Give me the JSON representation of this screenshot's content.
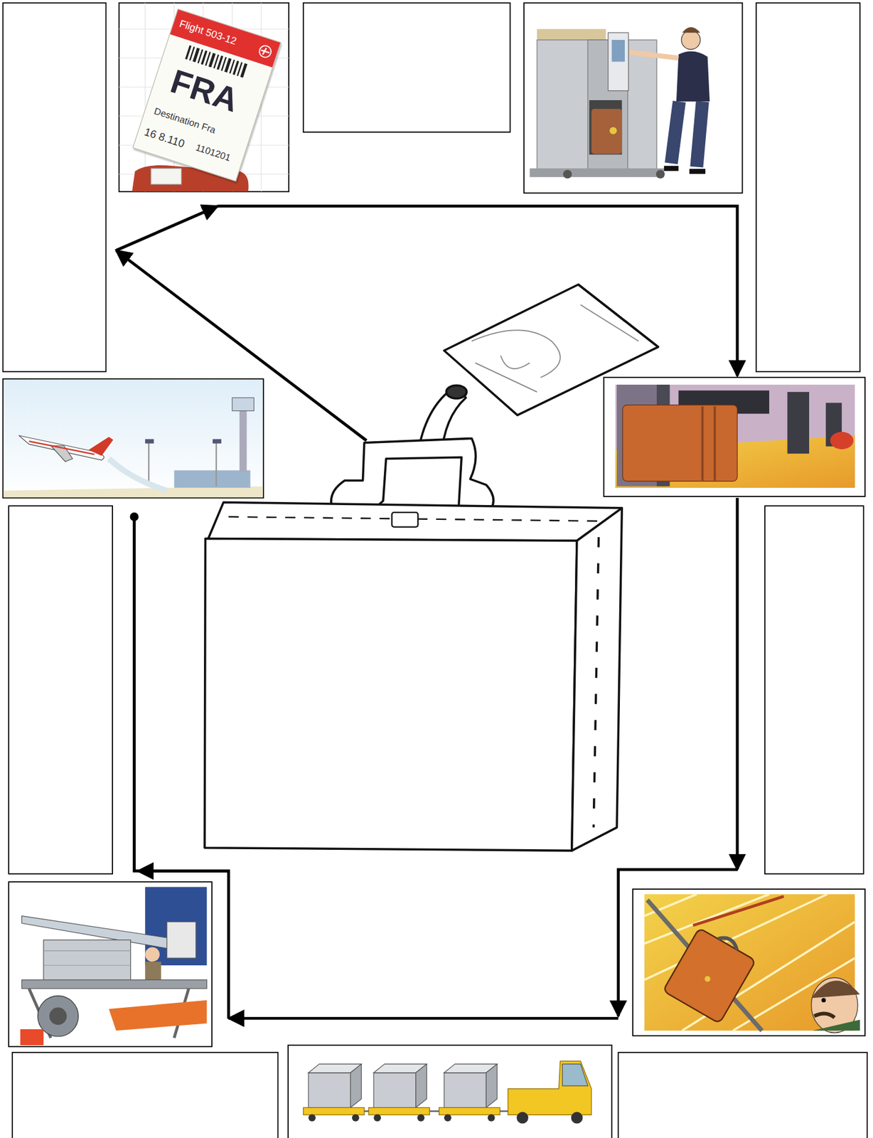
{
  "diagram": {
    "labels": [
      "Flight 503-12",
      "FRA",
      "Destination Fra",
      "16 8.110",
      "1101201"
    ]
  }
}
